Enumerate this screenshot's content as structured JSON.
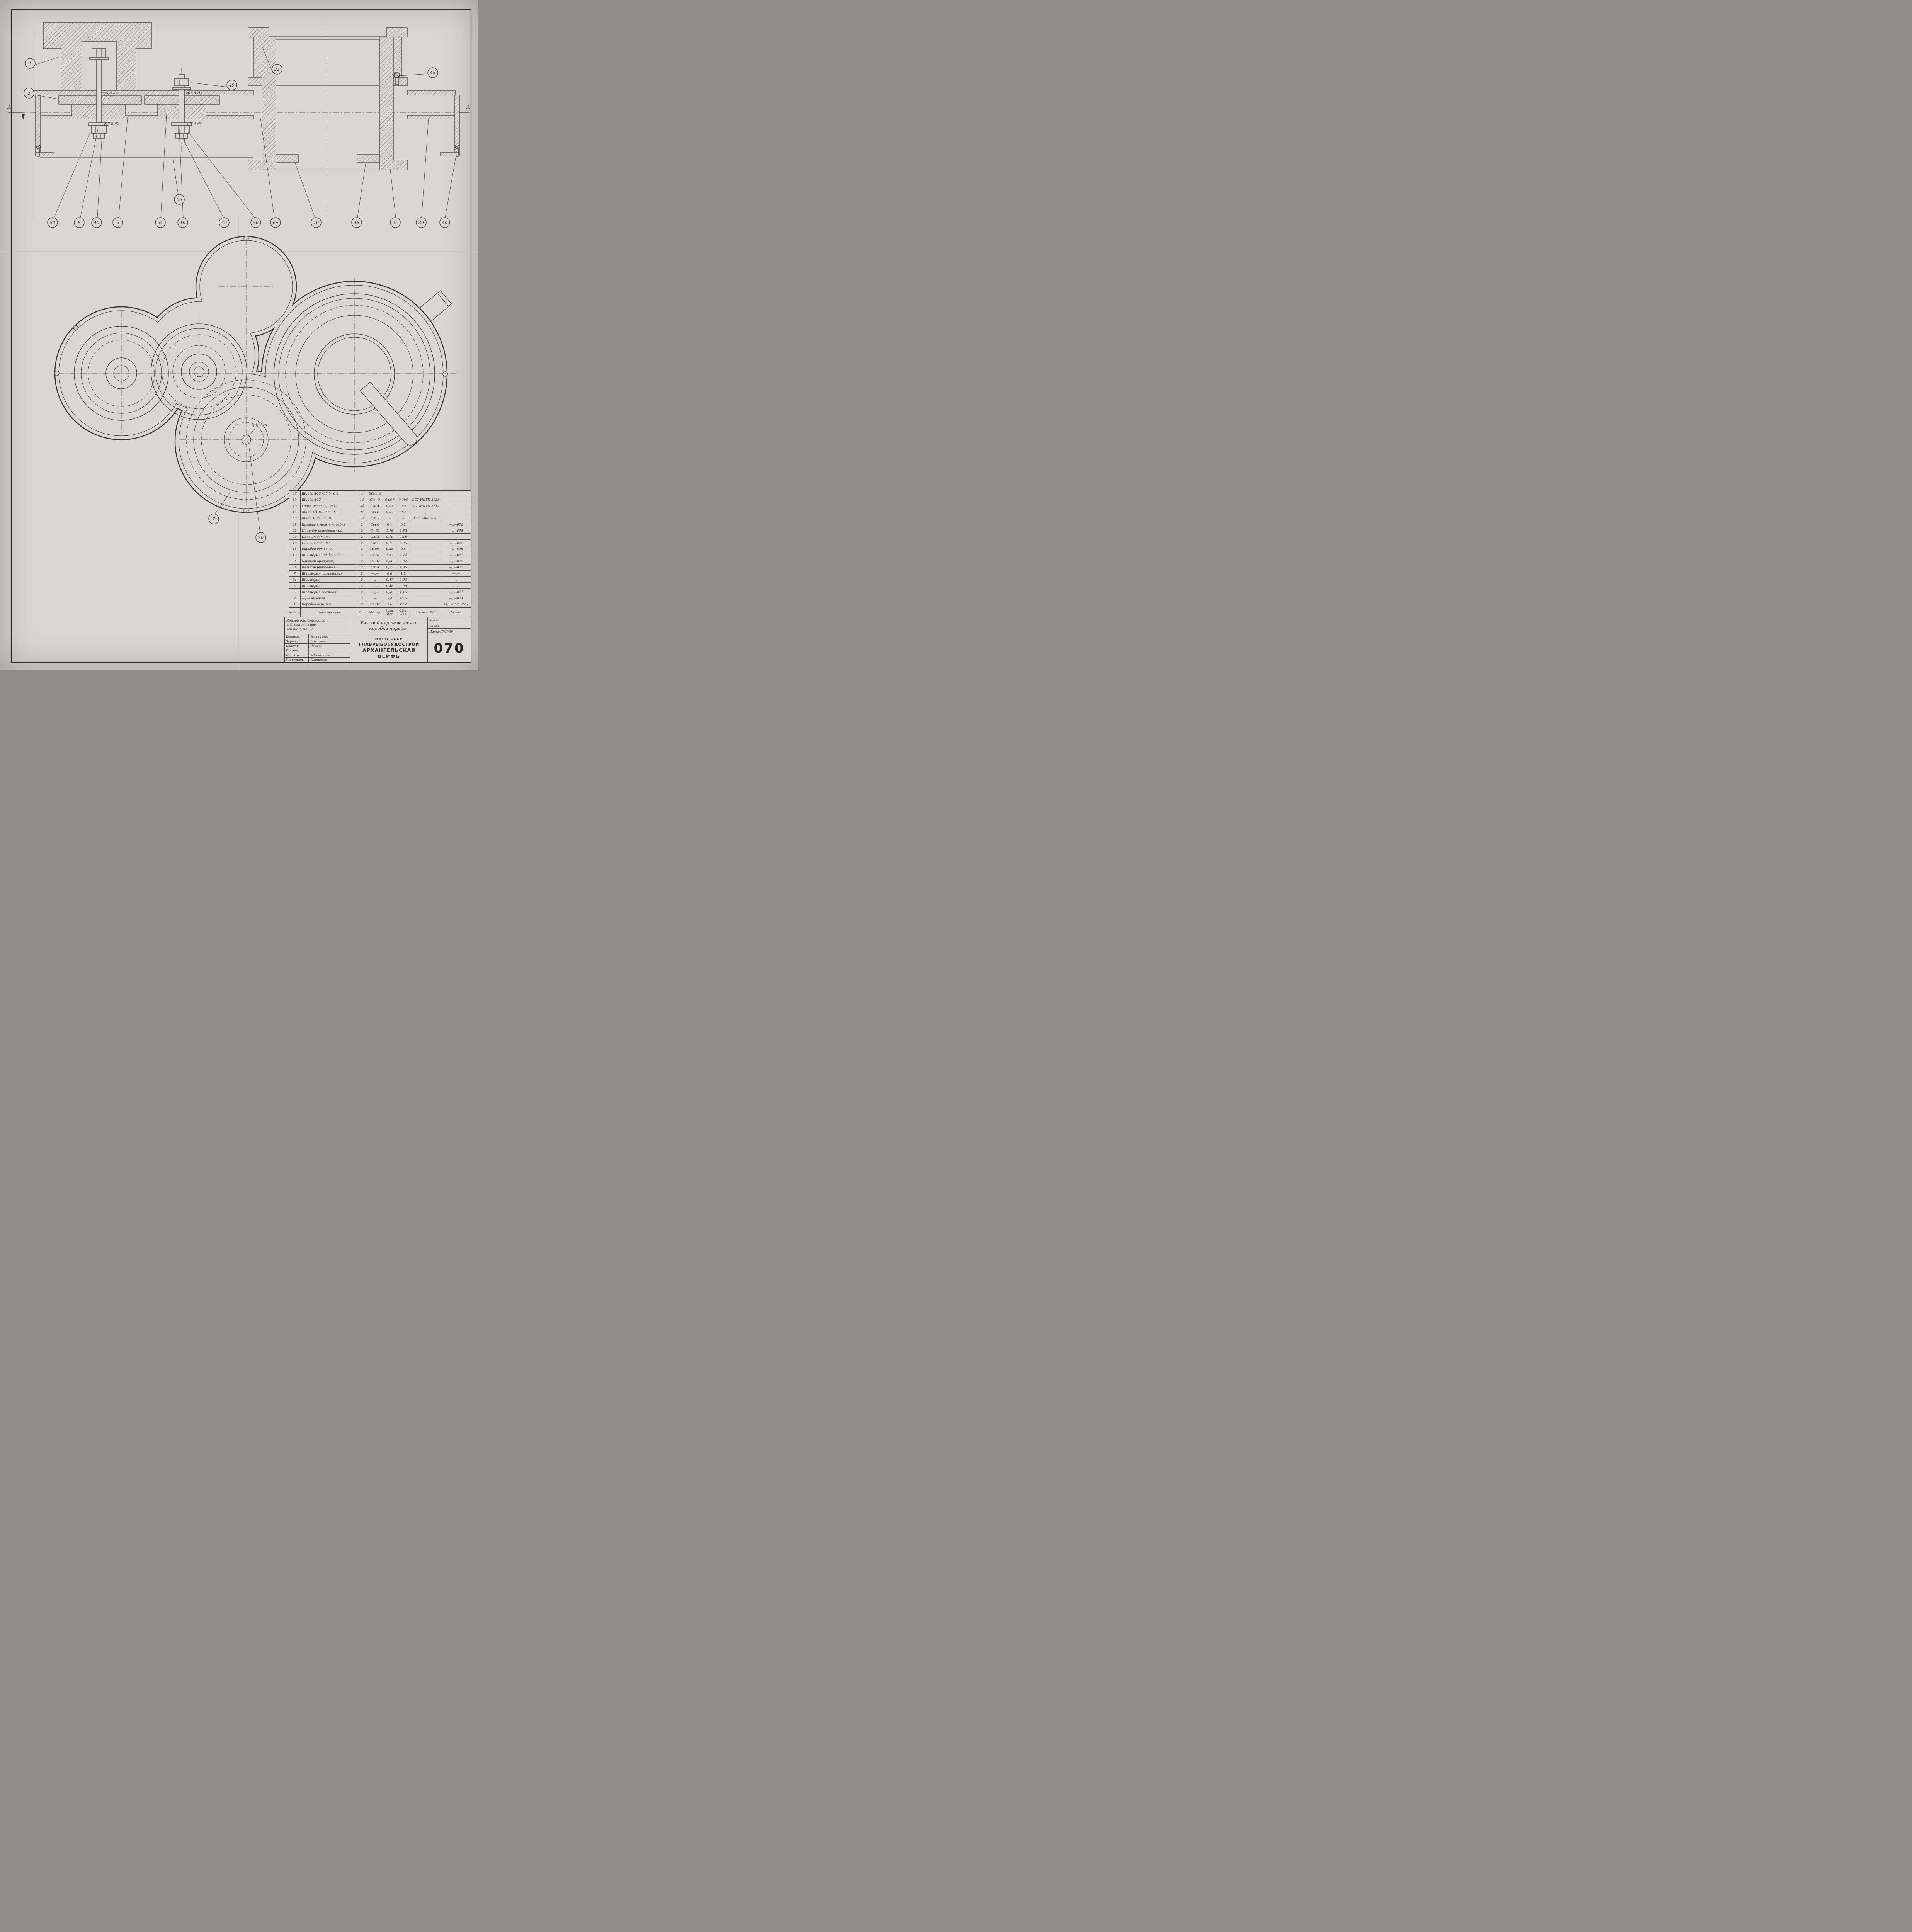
{
  "section": {
    "label_left": "А",
    "label_right": "А"
  },
  "balloons": {
    "n1": "1",
    "n2": "2",
    "n22": "22",
    "n45": "45",
    "n49top": "49",
    "n66": "66",
    "n50a": "50",
    "n8": "8",
    "n49a": "49",
    "n5": "5",
    "n6": "6",
    "n19": "19",
    "n49b": "49",
    "n50b": "50",
    "n6a": "6а",
    "n10": "10",
    "n18": "18",
    "n9": "9",
    "n39": "39",
    "n40": "40",
    "n7": "7",
    "n20": "20"
  },
  "dims": {
    "d20": "ф20 А₃/Х₃",
    "d17b": "ф17 Б₂/Х₃",
    "d16": "ф16 А₃/Х₃",
    "d17": "ф17 А₃/Х₃",
    "d12": "ф12 А₃/Х₃"
  },
  "parts_table": {
    "col_headers": [
      "№ дет.",
      "Наименование",
      "Кол.",
      "Матер.",
      "1шт. Вес",
      "Общ. Вес",
      "Размер ОСТ",
      "Примеч."
    ],
    "rows": [
      [
        "66",
        "Шайба ф12×35  б=0,2",
        "4",
        "Жесть",
        "",
        "",
        "",
        ""
      ],
      [
        "50",
        "Шайба ф12",
        "14",
        "Ст. О",
        "0,007",
        "0,098",
        "ОСТ/НКТП 3233",
        ""
      ],
      [
        "49",
        "Гайка шестигр. М12",
        "34",
        "Ст 4",
        "0,03",
        "0,9",
        "ОСТ/НКТП 3312",
        "„"
      ],
      [
        "45",
        "Винт М10×30 т. IV",
        "8",
        "Ст О",
        "0,03",
        "0,2",
        "„",
        ""
      ],
      [
        "40",
        "Винт М3×8 т. III",
        "12",
        "Ст 3",
        "–",
        "–",
        "ОСТ 20007-38",
        ""
      ],
      [
        "39",
        "Крышка к нижн. коробке",
        "2",
        "Ст О",
        "0,1",
        "0,2",
        "",
        "—„—076"
      ],
      [
        "22",
        "Цилиндр неподвижный",
        "2",
        "Сч-32",
        "1,76",
        "3,52",
        "",
        "—„—075"
      ],
      [
        "20",
        "Палец к дет. №7",
        "2",
        "Ст 3",
        "0,19",
        "0,38",
        "",
        "—„—"
      ],
      [
        "19",
        "Палец к дет. №6",
        "2",
        "Ст 3",
        "0,13",
        "0,26",
        "",
        "—„—072"
      ],
      [
        "18",
        "Барабан вставной",
        "2",
        "Л. ст",
        "0,25",
        "0,5",
        "",
        "—„—076"
      ],
      [
        "10",
        "Шестерня (на барабан)",
        "2",
        "Сч-32",
        "1,37",
        "2,74",
        "",
        "—„—071"
      ],
      [
        "9",
        "Барабан вращающ.",
        "2",
        "Сч-32",
        "2,66",
        "5,32",
        "",
        "—„—075"
      ],
      [
        "8",
        "Валик вертикальный",
        "2",
        "Ст 4",
        "0,53",
        "1,06",
        "",
        "—„—072"
      ],
      [
        "7",
        "Шестерня паразитная",
        "2",
        "—„—",
        "0,6",
        "1,2",
        "",
        "—„—"
      ],
      [
        "6а",
        "Шестерня",
        "2",
        "—„—",
        "0,47",
        "0,94",
        "",
        "—„—"
      ],
      [
        "6",
        "Шестерня",
        "2",
        "—„—",
        "0,48",
        "0,96",
        "",
        "—„—"
      ],
      [
        "5",
        "Шестерня ведущая",
        "2",
        "—„—",
        "0,58",
        "1,16",
        "",
        "—„—071"
      ],
      [
        "2",
        "—„—  нижняя",
        "2",
        "—",
        "5,4",
        "10,6",
        "",
        "—„—074"
      ],
      [
        "1",
        "Коробка верхняя",
        "2",
        "Сч-32",
        "9,6",
        "19,2",
        "",
        "см. черт. 075"
      ]
    ]
  },
  "title_block": {
    "project_line1": "Койлер для сейнерной",
    "project_line2": "лебедки тяговое",
    "project_line3": "усилие 1 тонна",
    "title_line1": "Узловой чертеж нижн.",
    "title_line2": "коробки передач",
    "scale": "М-1:1",
    "order": "Заказ:",
    "date": "Дата-17/II-39",
    "sign_rows": [
      {
        "label": "Копиров.",
        "name": "Нянникова"
      },
      {
        "label": "Чертил",
        "name": "Еденская"
      },
      {
        "label": "Констр.",
        "name": "Росман"
      },
      {
        "label": "Провер.",
        "name": ""
      },
      {
        "label": "Н-к т. о.",
        "name": "Афиногенов"
      },
      {
        "label": "Гл. инжен.",
        "name": "Натросов"
      }
    ],
    "org_line1": "НКРП-СССР",
    "org_line2": "ГЛАВРЫБОСУДОСТРОЙ",
    "org_line3": "АРХАНГЕЛЬСКАЯ",
    "org_line4": "ВЕРФЬ",
    "number": "070"
  }
}
